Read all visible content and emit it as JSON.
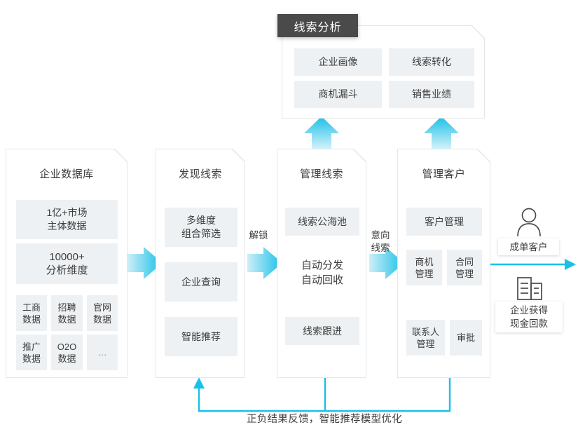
{
  "diagram": {
    "title_badge": "线索分析",
    "analysis_panel": {
      "items": [
        "企业画像",
        "线索转化",
        "商机漏斗",
        "销售业绩"
      ]
    },
    "columns": [
      {
        "title": "企业数据库",
        "big_tiles": [
          "1亿+市场\n主体数据",
          "10000+\n分析维度"
        ],
        "small_tiles": [
          "工商\n数据",
          "招聘\n数据",
          "官网\n数据",
          "推广\n数据",
          "O2O\n数据",
          "..."
        ]
      },
      {
        "title": "发现线索",
        "tiles": [
          "多维度\n组合筛选",
          "企业查询",
          "智能推荐"
        ]
      },
      {
        "title": "管理线索",
        "tiles": [
          "线索公海池",
          "自动分发\n自动回收",
          "线索跟进"
        ]
      },
      {
        "title": "管理客户",
        "tiles": [
          "客户管理",
          "商机\n管理",
          "合同\n管理",
          "联系人\n管理",
          "审批"
        ]
      }
    ],
    "connectors": [
      {
        "label": ""
      },
      {
        "label": "解锁"
      },
      {
        "label": "意向\n线索"
      }
    ],
    "outcomes": [
      {
        "icon": "person-icon",
        "label": "成单客户"
      },
      {
        "icon": "building-icon",
        "label": "企业获得\n现金回款"
      }
    ],
    "feedback_caption": "正负结果反馈，智能推荐模型优化",
    "colors": {
      "accent": "#19c0e8",
      "accent_light": "#b9eaf6",
      "badge_bg": "#4a4a4a",
      "tile_bg": "#eef1f3",
      "panel_border": "#e3e6e8",
      "text": "#3c3c3c"
    }
  }
}
